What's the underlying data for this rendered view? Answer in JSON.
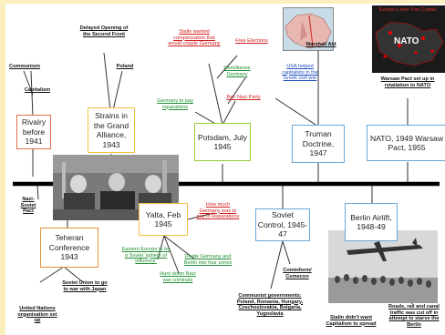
{
  "boxes": {
    "rivalry": "Rivalry before 1941",
    "strains": "Strains in the Grand Alliance, 1943",
    "potsdam": "Potsdam, July 1945",
    "truman": "Truman Doctrine, 1947",
    "nato": "NATO, 1949 Warsaw Pact, 1955",
    "yalta": "Yalta, Feb 1945",
    "soviet": "Soviet Control, 1945-47",
    "berlin": "Berlin Airlift, 1948-49",
    "teheran": "Teheran Conference 1943"
  },
  "labels": {
    "communism": "Communism",
    "capitalism": "Capitalism",
    "delayed": "Delayed Opening of the Second Front",
    "poland": "Poland",
    "stalin_comp": "Stalin wanted compensation that would cripple Germany",
    "free_elections": "Free Elections",
    "demilitarise": "Demilitarise Germany",
    "ban_nazi": "Ban Nazi Party",
    "germany_pay": "Germany to pay reparations",
    "usa_helped": "USA helped capitalists in the Greek civil war",
    "marshall": "Marshall Aid",
    "warsaw_set": "Warsaw Pact set up in retaliation to NATO",
    "nazi_soviet": "Nazi-Soviet Pact",
    "how_much": "How much Germany was to pay in Reparations",
    "eastern_europe": "Eastern Europe to be a Soviet 'sphere of influence'",
    "divide": "Divide Germany and Berlin into four zones",
    "hunt": "Hunt down Nazi war criminals",
    "soviet_union_war": "Soviet Union to go to war with Japan",
    "united_nations": "United Nations organisation set up",
    "cominform": "Cominform/ Comecon",
    "communist_govs": "Communist governments: Poland, Romania, Hungary, Czechoslovakia, Bulgaria, Yugoslavia",
    "stalin_didnt": "Stalin didn't want Capitalism to spread",
    "roads": "Roads, rail and canal traffic was cut off in attempt to starve the Berlin",
    "map_title": "Europe's new 'Iron Curtain'",
    "nato_map": "NATO"
  }
}
